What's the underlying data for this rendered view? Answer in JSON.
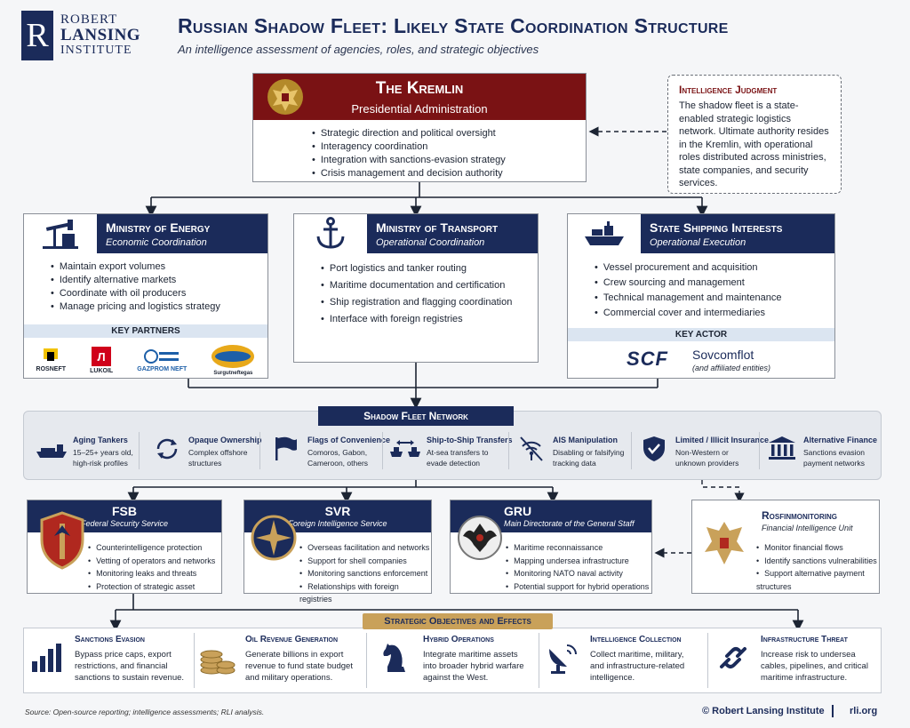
{
  "logo": {
    "line1": "ROBERT",
    "line2": "LANSING",
    "line3": "INSTITUTE",
    "mark": "R"
  },
  "header": {
    "title": "Russian Shadow Fleet: Likely State Coordination Structure",
    "subtitle": "An intelligence assessment of agencies, roles, and strategic objectives"
  },
  "kremlin": {
    "title": "The Kremlin",
    "subtitle": "Presidential Administration",
    "items": [
      "Strategic direction and political oversight",
      "Interagency coordination",
      "Integration with sanctions-evasion strategy",
      "Crisis management and decision authority"
    ]
  },
  "judgment": {
    "title": "Intelligence Judgment",
    "body": "The shadow fleet is a state-enabled strategic logistics network. Ultimate authority resides in the Kremlin, with operational roles distributed across ministries, state companies, and security services."
  },
  "energy": {
    "title": "Ministry of Energy",
    "subtitle": "Economic Coordination",
    "items": [
      "Maintain export volumes",
      "Identify alternative markets",
      "Coordinate with oil producers",
      "Manage pricing and logistics strategy"
    ],
    "key_label": "KEY PARTNERS",
    "partners": [
      "ROSNEFT",
      "LUKOIL",
      "GAZPROM NEFT",
      "Surgutneftegas"
    ]
  },
  "transport": {
    "title": "Ministry of Transport",
    "subtitle": "Operational Coordination",
    "items": [
      "Port logistics and tanker routing",
      "Maritime documentation and certification",
      "Ship registration and flagging coordination",
      "Interface with foreign registries"
    ]
  },
  "shipping": {
    "title": "State Shipping Interests",
    "subtitle": "Operational Execution",
    "items": [
      "Vessel procurement and acquisition",
      "Crew sourcing and management",
      "Technical management and maintenance",
      "Commercial cover and intermediaries"
    ],
    "key_label": "KEY ACTOR",
    "actor_mark": "SCF",
    "actor_name": "Sovcomflot",
    "actor_note": "(and affiliated entities)"
  },
  "network": {
    "title": "Shadow Fleet Network",
    "items": [
      {
        "title": "Aging Tankers",
        "line1": "15–25+ years old,",
        "line2": "high-risk profiles",
        "icon": "tanker-icon"
      },
      {
        "title": "Opaque Ownership",
        "line1": "Complex offshore",
        "line2": "structures",
        "icon": "cycle-arrows-icon"
      },
      {
        "title": "Flags of Convenience",
        "line1": "Comoros, Gabon,",
        "line2": "Cameroon, others",
        "icon": "flag-icon"
      },
      {
        "title": "Ship-to-Ship Transfers",
        "line1": "At-sea transfers to",
        "line2": "evade detection",
        "icon": "ship-transfer-icon"
      },
      {
        "title": "AIS Manipulation",
        "line1": "Disabling or falsifying",
        "line2": "tracking data",
        "icon": "signal-off-icon"
      },
      {
        "title": "Limited / Illicit Insurance",
        "line1": "Non-Western or",
        "line2": "unknown providers",
        "icon": "shield-check-icon"
      },
      {
        "title": "Alternative Finance",
        "line1": "Sanctions evasion",
        "line2": "payment networks",
        "icon": "bank-icon"
      }
    ]
  },
  "agencies": {
    "fsb": {
      "title": "FSB",
      "subtitle": "Federal Security Service",
      "items": [
        "Counterintelligence protection",
        "Vetting of operators and networks",
        "Monitoring leaks and threats",
        "Protection of strategic asset"
      ]
    },
    "svr": {
      "title": "SVR",
      "subtitle": "Foreign Intelligence Service",
      "items": [
        "Overseas facilitation and networks",
        "Support for shell companies",
        "Monitoring sanctions enforcement",
        "Relationships with foreign registries"
      ]
    },
    "gru": {
      "title": "GRU",
      "subtitle": "Main Directorate of the General Staff",
      "items": [
        "Maritime reconnaissance",
        "Mapping undersea infrastructure",
        "Monitoring NATO naval activity",
        "Potential support for hybrid operations"
      ]
    },
    "rosfin": {
      "title": "Rosfinmonitoring",
      "subtitle": "Financial Intelligence Unit",
      "items": [
        "Monitor financial flows",
        "Identify sanctions vulnerabilities",
        "Support alternative payment structures"
      ]
    }
  },
  "objectives": {
    "title": "Strategic Objectives and Effects",
    "items": [
      {
        "title": "Sanctions Evasion",
        "lines": [
          "Bypass price caps, export",
          "restrictions, and financial",
          "sanctions to sustain revenue."
        ],
        "icon": "bar-chart-icon"
      },
      {
        "title": "Oil Revenue Generation",
        "lines": [
          "Generate billions in export",
          "revenue to fund state budget",
          "and military operations."
        ],
        "icon": "coin-stack-icon"
      },
      {
        "title": "Hybrid Operations",
        "lines": [
          "Integrate maritime assets",
          "into broader hybrid warfare",
          "against the West."
        ],
        "icon": "chess-knight-icon"
      },
      {
        "title": "Intelligence Collection",
        "lines": [
          "Collect maritime, military,",
          "and infrastructure-related",
          "intelligence."
        ],
        "icon": "satellite-dish-icon"
      },
      {
        "title": "Infrastructure Threat",
        "lines": [
          "Increase risk to undersea",
          "cables, pipelines, and critical",
          "maritime infrastructure."
        ],
        "icon": "broken-link-icon"
      }
    ]
  },
  "footer": {
    "source": "Source: Open-source reporting; intelligence assessments; RLI analysis.",
    "credit": "© Robert Lansing Institute",
    "site": "rli.org"
  },
  "colors": {
    "navy": "#1b2b5a",
    "maroon": "#7a1214",
    "gold": "#c9a15a",
    "light_blue": "#dbe5f1"
  }
}
